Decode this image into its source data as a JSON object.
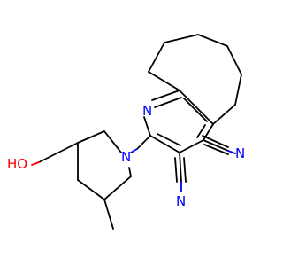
{
  "molecule": {
    "atoms": {
      "pyridine_n": {
        "label": "N",
        "color": "#0000ff"
      },
      "piperidine_n": {
        "label": "N",
        "color": "#0000ff"
      },
      "nitrile_n_upper": {
        "label": "N",
        "color": "#0000ff"
      },
      "nitrile_n_lower": {
        "label": "N",
        "color": "#0000ff"
      },
      "hydroxyl": {
        "label": "HO",
        "color": "#ff0000"
      }
    }
  }
}
